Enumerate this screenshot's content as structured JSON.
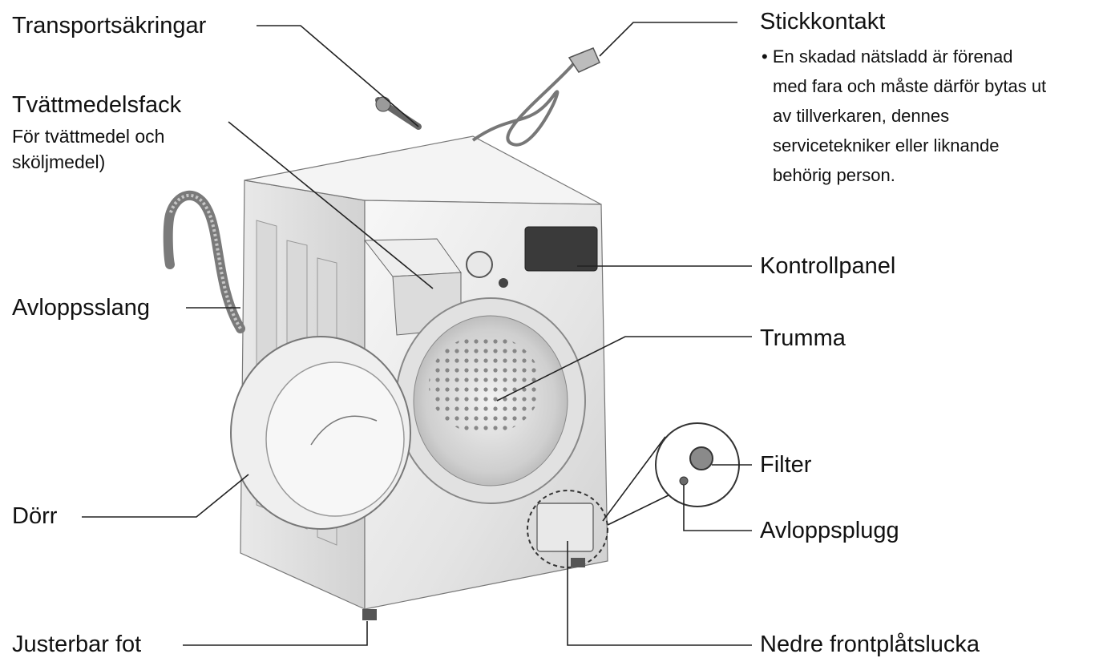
{
  "labels": {
    "transport": "Transportsäkringar",
    "detergent_title": "Tvättmedelsfack",
    "detergent_sub1": "För tvättmedel och",
    "detergent_sub2": "sköljmedel)",
    "drain_hose": "Avloppsslang",
    "door": "Dörr",
    "foot": "Justerbar fot",
    "plug_title": "Stickkontakt",
    "plug_note": [
      "• En skadad nätsladd är förenad",
      "med fara och måste därför bytas ut",
      "av tillverkaren, dennes",
      "servicetekniker eller liknande",
      "behörig person."
    ],
    "control_panel": "Kontrollpanel",
    "drum": "Trumma",
    "filter": "Filter",
    "drain_plug": "Avloppsplugg",
    "lower_cover": "Nedre frontplåtslucka"
  },
  "colors": {
    "body": "#ececec",
    "shadow": "#bdbdbd",
    "outline": "#444444",
    "panel": "#2f2f2f"
  }
}
